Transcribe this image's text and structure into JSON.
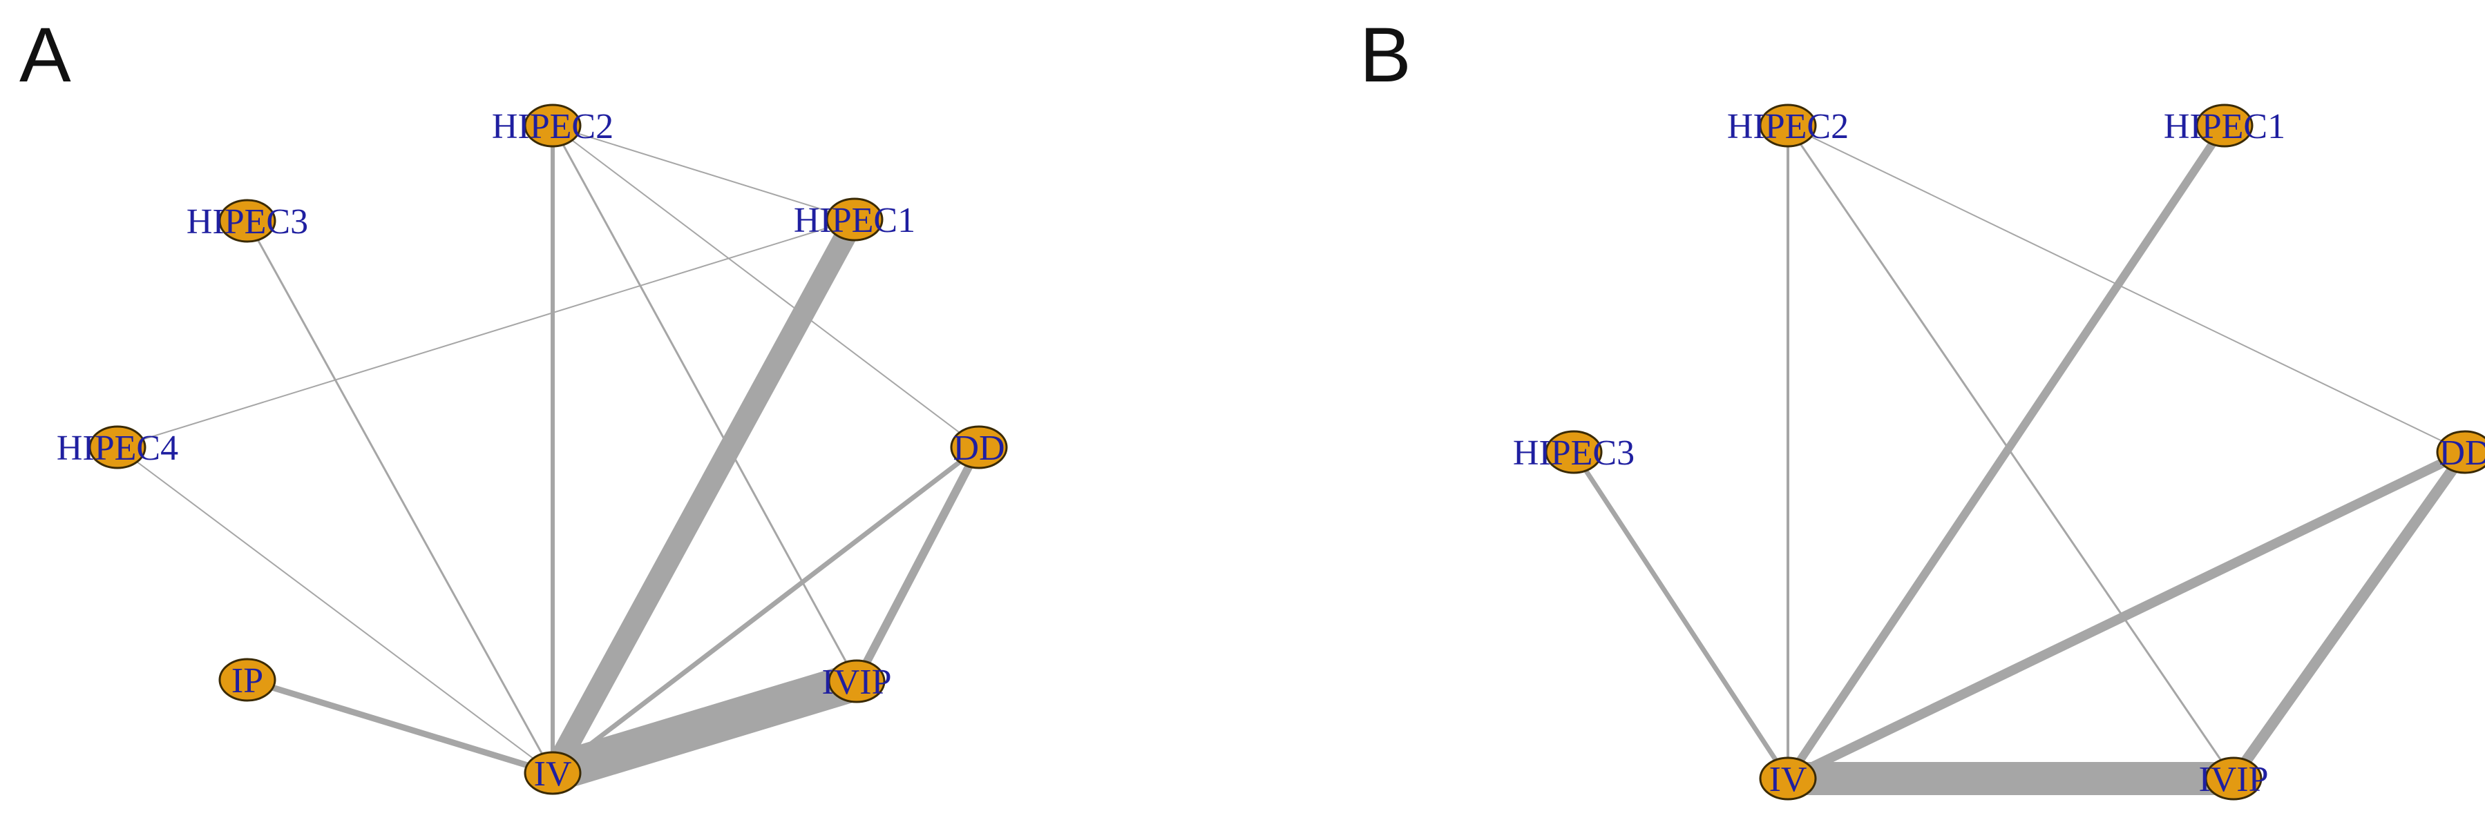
{
  "figure": {
    "panels": [
      {
        "id": "A",
        "letter": "A",
        "nodes": [
          {
            "id": "HIPEC2",
            "label": "HIPEC2"
          },
          {
            "id": "HIPEC3",
            "label": "HIPEC3"
          },
          {
            "id": "HIPEC1",
            "label": "HIPEC1"
          },
          {
            "id": "HIPEC4",
            "label": "HIPEC4"
          },
          {
            "id": "DD",
            "label": "DD"
          },
          {
            "id": "IP",
            "label": "IP"
          },
          {
            "id": "IVIP",
            "label": "IVIP"
          },
          {
            "id": "IV",
            "label": "IV"
          }
        ],
        "edges": [
          {
            "from": "HIPEC2",
            "to": "IV",
            "weight": 3
          },
          {
            "from": "HIPEC2",
            "to": "HIPEC1",
            "weight": 1
          },
          {
            "from": "HIPEC2",
            "to": "DD",
            "weight": 1
          },
          {
            "from": "HIPEC2",
            "to": "IVIP",
            "weight": 1.5
          },
          {
            "from": "HIPEC3",
            "to": "IV",
            "weight": 1.5
          },
          {
            "from": "HIPEC1",
            "to": "IV",
            "weight": 16
          },
          {
            "from": "HIPEC1",
            "to": "HIPEC4",
            "weight": 1
          },
          {
            "from": "HIPEC4",
            "to": "IV",
            "weight": 1
          },
          {
            "from": "DD",
            "to": "IV",
            "weight": 3.5
          },
          {
            "from": "DD",
            "to": "IVIP",
            "weight": 6
          },
          {
            "from": "IP",
            "to": "IV",
            "weight": 4.5
          },
          {
            "from": "IVIP",
            "to": "IV",
            "weight": 28
          }
        ]
      },
      {
        "id": "B",
        "letter": "B",
        "nodes": [
          {
            "id": "HIPEC2",
            "label": "HIPEC2"
          },
          {
            "id": "HIPEC1",
            "label": "HIPEC1"
          },
          {
            "id": "HIPEC3",
            "label": "HIPEC3"
          },
          {
            "id": "DD",
            "label": "DD"
          },
          {
            "id": "IV",
            "label": "IV"
          },
          {
            "id": "IVIP",
            "label": "IVIP"
          }
        ],
        "edges": [
          {
            "from": "HIPEC2",
            "to": "IV",
            "weight": 2
          },
          {
            "from": "HIPEC2",
            "to": "IVIP",
            "weight": 1.5
          },
          {
            "from": "HIPEC2",
            "to": "DD",
            "weight": 1
          },
          {
            "from": "HIPEC1",
            "to": "IV",
            "weight": 6
          },
          {
            "from": "HIPEC3",
            "to": "IV",
            "weight": 3.5
          },
          {
            "from": "DD",
            "to": "IV",
            "weight": 7
          },
          {
            "from": "DD",
            "to": "IVIP",
            "weight": 8
          },
          {
            "from": "IV",
            "to": "IVIP",
            "weight": 24
          }
        ]
      }
    ],
    "colors": {
      "node_fill": "#e39a12",
      "node_stroke": "#3a2a05",
      "edge": "#a6a6a6",
      "label": "#1f1fa0",
      "letter": "#111111"
    }
  }
}
